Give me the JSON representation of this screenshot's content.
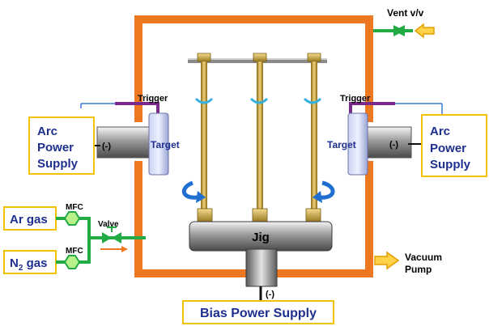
{
  "labels": {
    "vent": "Vent v/v",
    "trigger_left": "Trigger",
    "trigger_right": "Trigger",
    "arc_left": [
      "Arc",
      "Power",
      "Supply"
    ],
    "arc_right": [
      "Arc",
      "Power",
      "Supply"
    ],
    "minus_left": "(-)",
    "minus_right": "(-)",
    "minus_bias": "(-)",
    "target_left": "Target",
    "target_right": "Target",
    "ar_gas": "Ar gas",
    "n2_gas_prefix": "N",
    "n2_gas_sub": "2",
    "n2_gas_suffix": " gas",
    "mfc_top": "MFC",
    "mfc_bottom": "MFC",
    "valve": "Valve",
    "jig": "Jig",
    "vacuum_pump": [
      "Vacuum",
      "Pump"
    ],
    "bias_supply": "Bias Power Supply"
  },
  "colors": {
    "chamber": "#ee7722",
    "box_border": "#f2c200",
    "box_text": "#1f2f8f",
    "gas_line": "#22aa44",
    "arrow_fill": "#ffd24a",
    "trigger": "#7a2a8a",
    "rotation_arrow": "#1f6fd0"
  }
}
